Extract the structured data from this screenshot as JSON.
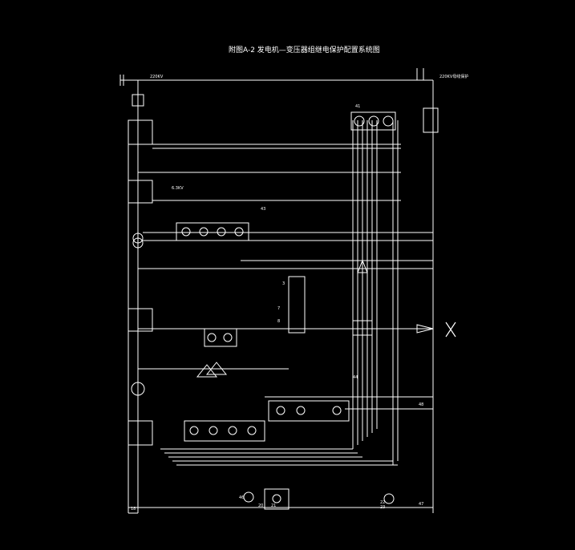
{
  "title": "附图A-2  发电机—变压器组继电保护配置系统图",
  "labels": {
    "voltage_hv": "220KV",
    "bus_label": "220KV母线保护",
    "aux_voltage": "6.3KV",
    "bottom_left_id": "18",
    "right_x": "X",
    "n41": "41",
    "n43": "43",
    "n44": "44",
    "n48": "48",
    "n46": "46",
    "n47": "47",
    "n20": "20",
    "n21": "21",
    "n22": "22",
    "n23": "23",
    "n3": "3",
    "n7": "7",
    "n8": "8"
  }
}
